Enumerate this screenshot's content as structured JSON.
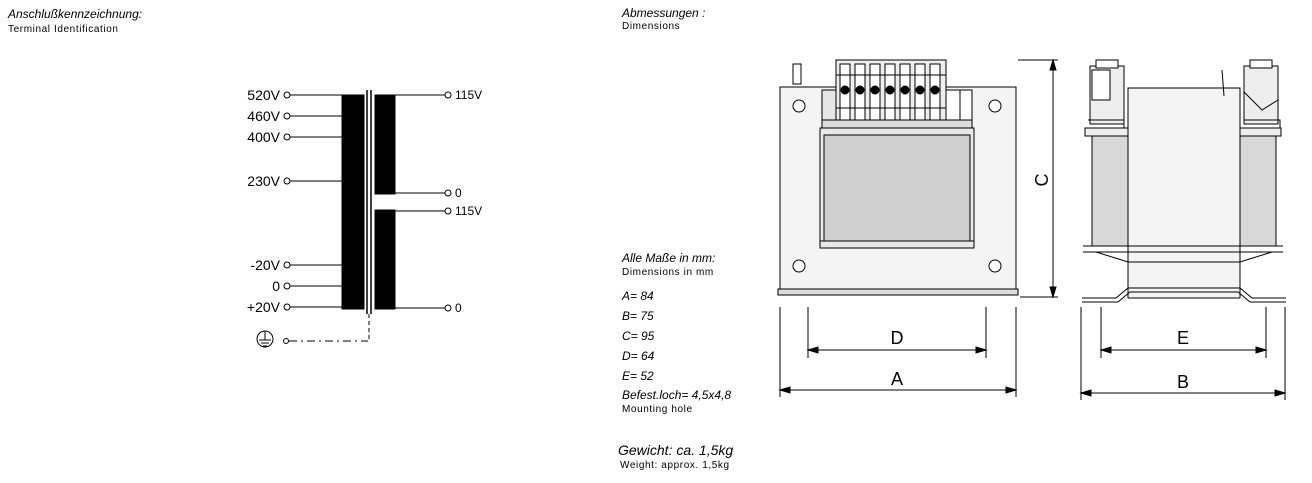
{
  "left": {
    "title_de": "Anschlußkennzeichnung:",
    "title_en": "Terminal Identification",
    "primary_labels": [
      "520V",
      "460V",
      "400V",
      "230V",
      "-20V",
      "0",
      "+20V"
    ],
    "secondary_labels": [
      "115V",
      "0",
      "115V",
      "0"
    ]
  },
  "right": {
    "title_de": "Abmessungen :",
    "title_en": "Dimensions",
    "units_de": "Alle Maße in mm:",
    "units_en": "Dimensions in mm",
    "dims": [
      "A= 84",
      "B= 75",
      "C= 95",
      "D= 64",
      "E= 52"
    ],
    "hole_de": "Befest.loch= 4,5x4,8",
    "hole_en": "Mounting hole",
    "weight_de": "Gewicht: ca. 1,5kg",
    "weight_en": "Weight: approx. 1,5kg",
    "drawing_labels": {
      "A": "A",
      "B": "B",
      "C": "C",
      "D": "D",
      "E": "E"
    }
  }
}
